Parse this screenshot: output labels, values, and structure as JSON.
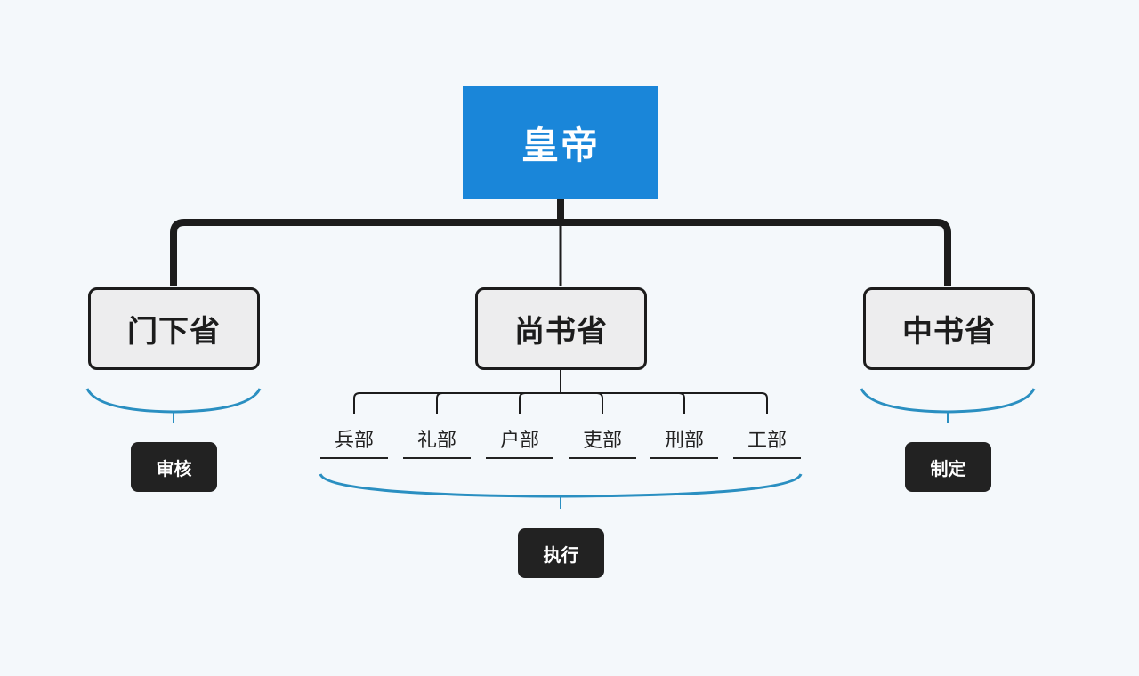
{
  "root": {
    "label": "皇帝"
  },
  "departments": {
    "menxia": {
      "label": "门下省"
    },
    "shangshu": {
      "label": "尚书省"
    },
    "zhongshu": {
      "label": "中书省"
    }
  },
  "ministries": [
    "兵部",
    "礼部",
    "户部",
    "吏部",
    "刑部",
    "工部"
  ],
  "tags": {
    "menxia": "审核",
    "shangshu": "执行",
    "zhongshu": "制定"
  },
  "colors": {
    "root_fill": "#1a86d9",
    "connector": "#1c1c1c",
    "brace": "#2a8fc1",
    "tag_fill": "#222222",
    "background": "#f4f8fb"
  }
}
